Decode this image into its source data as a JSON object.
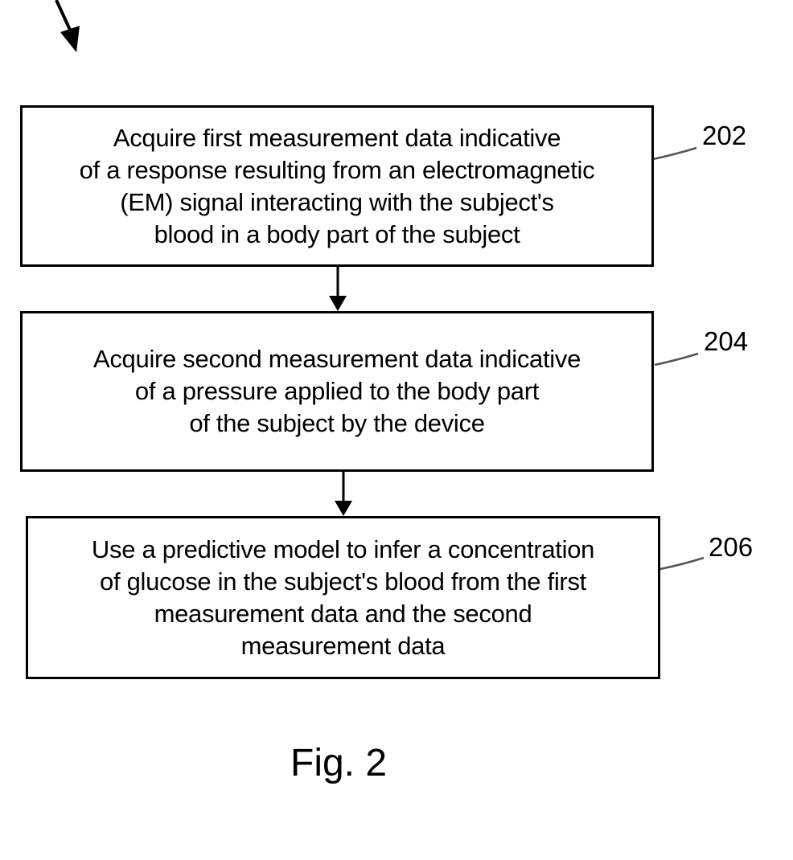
{
  "steps": [
    {
      "ref": "202",
      "text": "Acquire first measurement data indicative\nof a response resulting from an electromagnetic\n(EM) signal interacting with the subject's\nblood in a body part of the subject"
    },
    {
      "ref": "204",
      "text": "Acquire second measurement data indicative\nof a pressure applied to the body part\nof the subject by the device"
    },
    {
      "ref": "206",
      "text": "Use a predictive model to infer a concentration\nof glucose in the subject's blood from the first\nmeasurement data and the second\nmeasurement data"
    }
  ],
  "caption": "Fig. 2",
  "colors": {
    "line": "#000000",
    "leader": "#555555",
    "background": "#ffffff"
  }
}
